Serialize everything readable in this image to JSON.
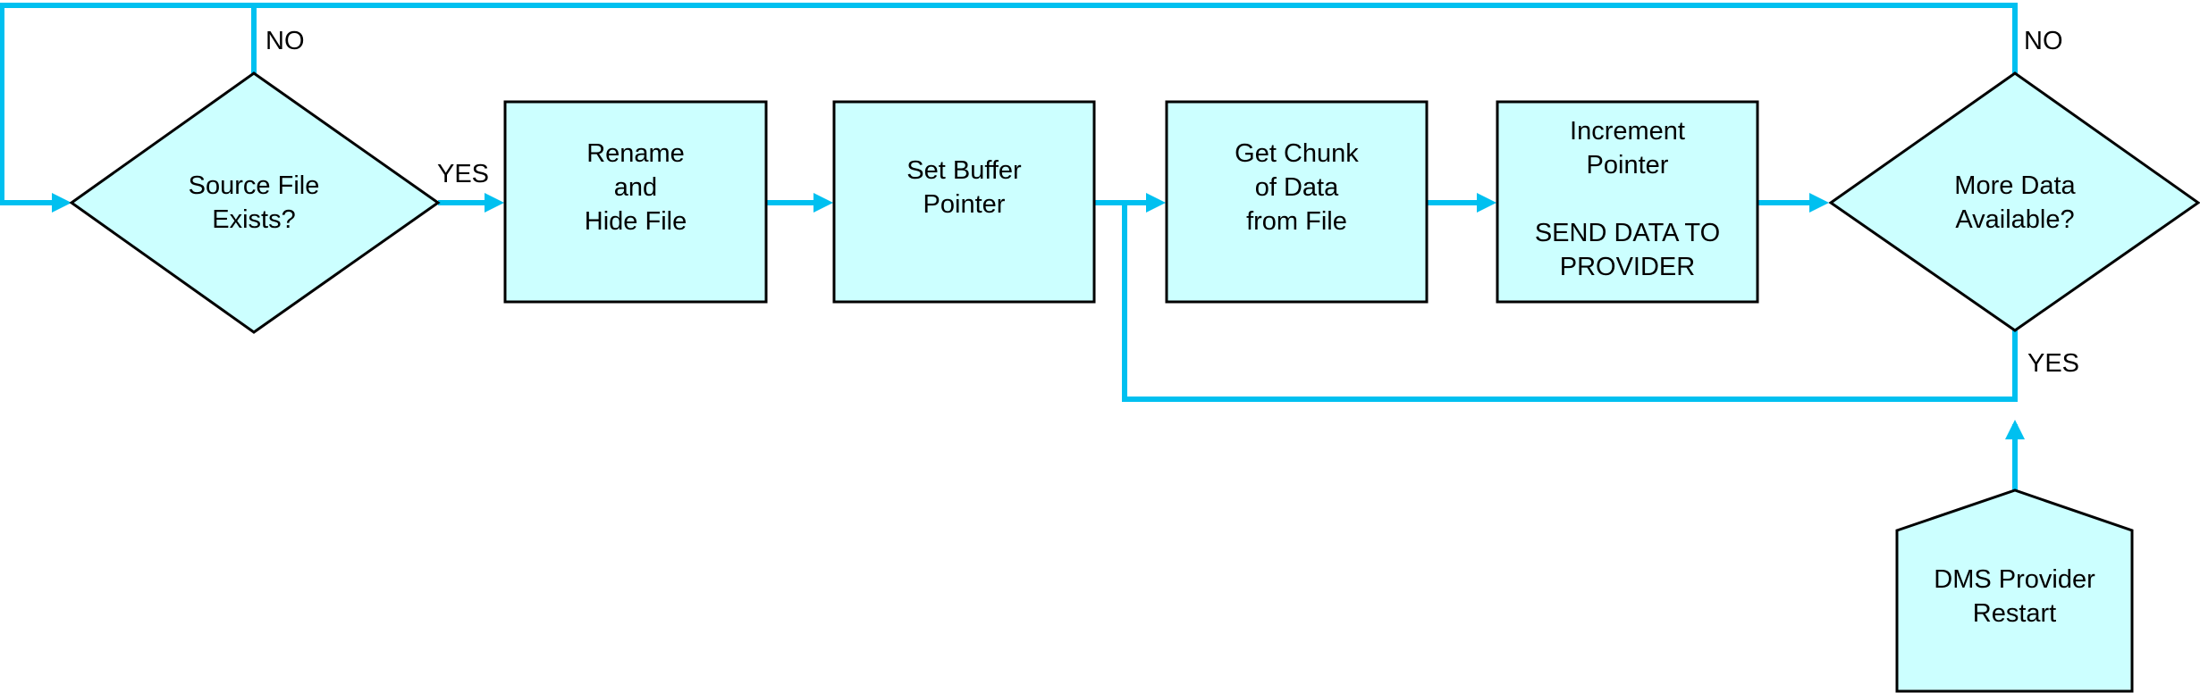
{
  "colors": {
    "node_fill": "#ccffff",
    "node_stroke": "#000000",
    "connector": "#00c0f0"
  },
  "nodes": {
    "source_file_exists": "Source File\nExists?",
    "rename_hide_file": "Rename\nand\nHide File",
    "set_buffer_pointer": "Set Buffer\nPointer",
    "get_chunk": "Get Chunk\nof Data\nfrom File",
    "increment_send": "Increment\nPointer\n\nSEND DATA TO\nPROVIDER",
    "more_data_available": "More Data\nAvailable?",
    "dms_provider_restart": "DMS Provider\nRestart"
  },
  "edge_labels": {
    "source_no": "NO",
    "source_yes": "YES",
    "more_no": "NO",
    "more_yes": "YES"
  }
}
